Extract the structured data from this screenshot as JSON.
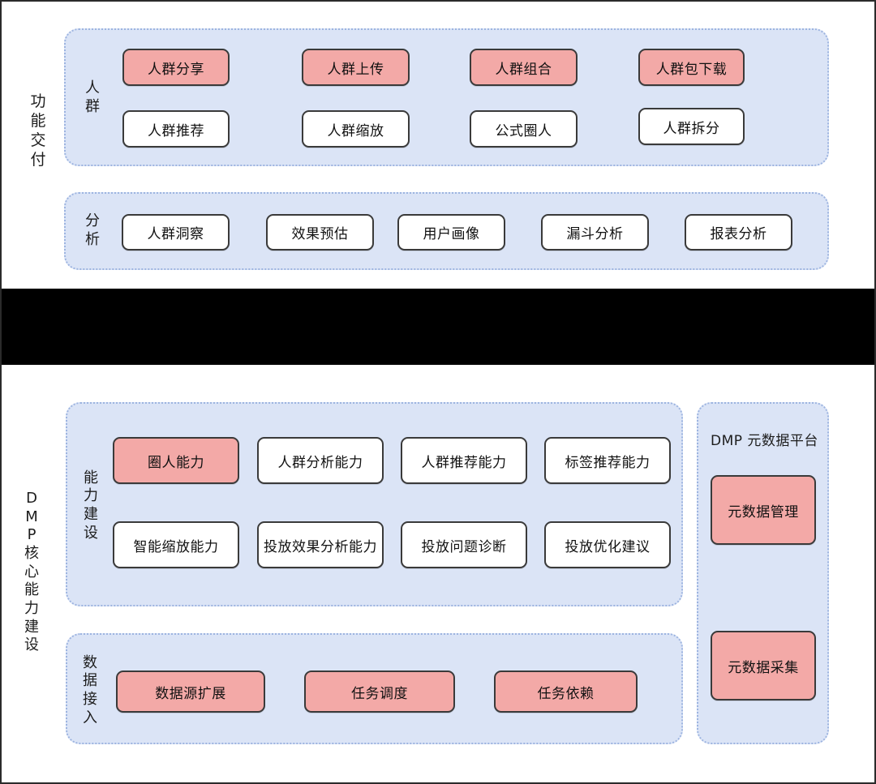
{
  "diagram": {
    "sections": [
      {
        "id": "function-delivery",
        "side_label": "功能交付",
        "groups": [
          {
            "id": "crowd",
            "label": "人群",
            "nodes": [
              {
                "label": "人群分享",
                "style": "pink"
              },
              {
                "label": "人群上传",
                "style": "pink"
              },
              {
                "label": "人群组合",
                "style": "pink"
              },
              {
                "label": "人群包下载",
                "style": "pink"
              },
              {
                "label": "人群推荐",
                "style": "white"
              },
              {
                "label": "人群缩放",
                "style": "white"
              },
              {
                "label": "公式圈人",
                "style": "white"
              },
              {
                "label": "人群拆分",
                "style": "white"
              }
            ]
          },
          {
            "id": "analysis",
            "label": "分析",
            "nodes": [
              {
                "label": "人群洞察",
                "style": "white"
              },
              {
                "label": "效果预估",
                "style": "white"
              },
              {
                "label": "用户画像",
                "style": "white"
              },
              {
                "label": "漏斗分析",
                "style": "white"
              },
              {
                "label": "报表分析",
                "style": "white"
              }
            ]
          }
        ]
      },
      {
        "id": "dmp-core",
        "side_label": "DMP核心能力建设",
        "groups": [
          {
            "id": "capability-build",
            "label": "能力建设",
            "nodes": [
              {
                "label": "圈人能力",
                "style": "pink"
              },
              {
                "label": "人群分析能力",
                "style": "white"
              },
              {
                "label": "人群推荐能力",
                "style": "white"
              },
              {
                "label": "标签推荐能力",
                "style": "white"
              },
              {
                "label": "智能缩放能力",
                "style": "white"
              },
              {
                "label": "投放效果分析能力",
                "style": "white"
              },
              {
                "label": "投放问题诊断",
                "style": "white"
              },
              {
                "label": "投放优化建议",
                "style": "white"
              }
            ]
          },
          {
            "id": "data-ingest",
            "label": "数据接入",
            "nodes": [
              {
                "label": "数据源扩展",
                "style": "pink"
              },
              {
                "label": "任务调度",
                "style": "pink"
              },
              {
                "label": "任务依赖",
                "style": "pink"
              }
            ]
          },
          {
            "id": "metadata-platform",
            "title": "DMP 元数据平台",
            "nodes": [
              {
                "label": "元数据管理",
                "style": "pink"
              },
              {
                "label": "元数据采集",
                "style": "pink"
              }
            ]
          }
        ]
      }
    ]
  },
  "colors": {
    "panel_fill": "#dbe4f6",
    "panel_border": "#9db4e0",
    "node_pink": "#f3a9a7",
    "node_white": "#ffffff",
    "node_border": "#3a3a3a",
    "separator": "#000000",
    "text": "#111111"
  }
}
